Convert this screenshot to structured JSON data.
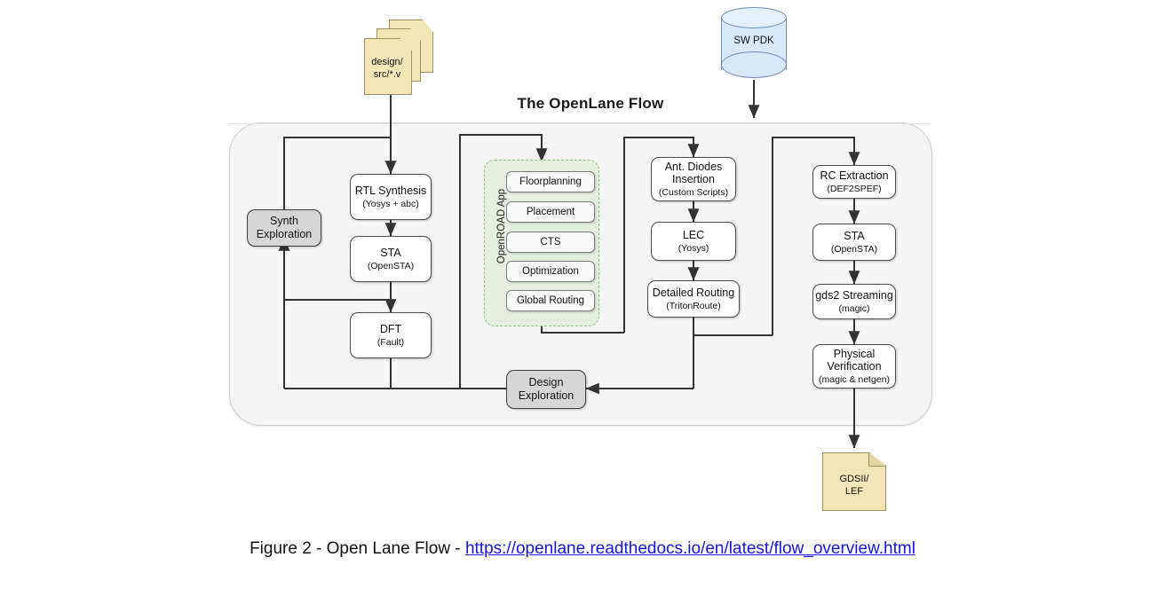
{
  "figure": {
    "title": "The OpenLane Flow",
    "caption_prefix": "Figure 2 - Open Lane Flow - ",
    "caption_link": "https://openlane.readthedocs.io/en/latest/flow_overview.html"
  },
  "inputs": {
    "source_files": "design/\nsrc/*.v",
    "source_files_line1": "design/",
    "source_files_line2": "src/*.v",
    "pdk": "SW PDK"
  },
  "outputs": {
    "gds_line1": "GDSII/",
    "gds_line2": "LEF"
  },
  "exploration": {
    "synth_line1": "Synth",
    "synth_line2": "Exploration",
    "design_line1": "Design",
    "design_line2": "Exploration"
  },
  "synthesis_column": [
    {
      "title": "RTL Synthesis",
      "tool": "(Yosys + abc)"
    },
    {
      "title": "STA",
      "tool": "(OpenSTA)"
    },
    {
      "title": "DFT",
      "tool": "(Fault)"
    }
  ],
  "openroad": {
    "label": "OpenROAD App",
    "steps": [
      "Floorplanning",
      "Placement",
      "CTS",
      "Optimization",
      "Global Routing"
    ]
  },
  "middle_column": [
    {
      "title_line1": "Ant. Diodes",
      "title_line2": "Insertion",
      "tool": "(Custom Scripts)"
    },
    {
      "title_line1": "LEC",
      "title_line2": "",
      "tool": "(Yosys)"
    },
    {
      "title_line1": "Detailed Routing",
      "title_line2": "",
      "tool": "(TritonRoute)"
    }
  ],
  "signoff_column": [
    {
      "title_line1": "RC Extraction",
      "title_line2": "",
      "tool": "(DEF2SPEF)"
    },
    {
      "title_line1": "STA",
      "title_line2": "",
      "tool": "(OpenSTA)"
    },
    {
      "title_line1": "gds2 Streaming",
      "title_line2": "",
      "tool": "(magic)"
    },
    {
      "title_line1": "Physical",
      "title_line2": "Verification",
      "tool": "(magic & netgen)"
    }
  ],
  "colors": {
    "container_bg": "#f5f5f5",
    "openroad_bg": "#e4efdf",
    "openroad_border": "#8fbf82",
    "doc_fill": "#f2e6b8",
    "pdk_fill": "#dae8fc",
    "gray_box": "#d6d6d6",
    "link": "#1414e6",
    "wire": "#333333"
  }
}
